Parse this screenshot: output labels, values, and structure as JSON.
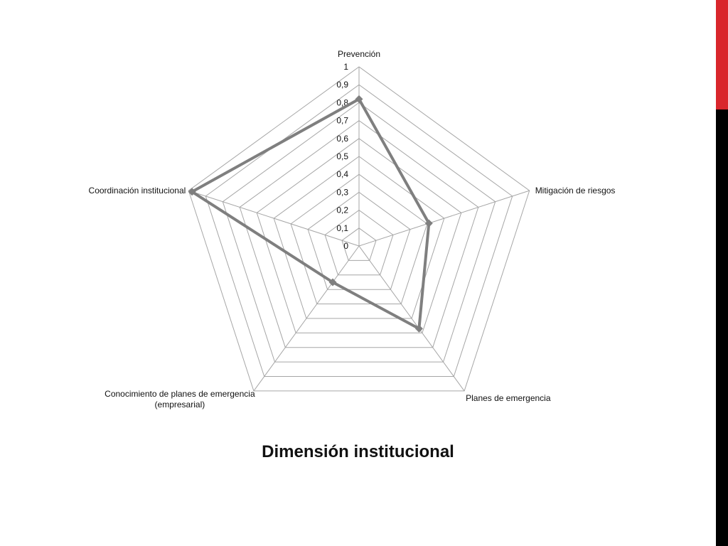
{
  "slide": {
    "accent_colors": {
      "top": "#d9262c",
      "bottom": "#000000"
    }
  },
  "chart_data": {
    "type": "radar",
    "title": "Dimensión institucional",
    "axes": [
      {
        "label": "Prevención"
      },
      {
        "label": "Mitigación de riesgos"
      },
      {
        "label": "Planes de emergencia"
      },
      {
        "label": "Conocimiento de planes de emergencia (empresarial)",
        "label_lines": [
          "Conocimiento de planes de emergencia",
          "(empresarial)"
        ]
      },
      {
        "label": "Coordinación institucional"
      }
    ],
    "ticks": [
      "0",
      "0,1",
      "0,2",
      "0,3",
      "0,4",
      "0,5",
      "0,6",
      "0,7",
      "0,8",
      "0,9",
      "1"
    ],
    "range": [
      0,
      1
    ],
    "gridlines": true,
    "legend": "none",
    "series": [
      {
        "values": [
          0.82,
          0.41,
          0.57,
          0.25,
          0.98
        ],
        "color": "#7f7f7f"
      }
    ],
    "colors": {
      "grid": "#a6a6a6",
      "series": "#7f7f7f",
      "text": "#111111"
    }
  }
}
